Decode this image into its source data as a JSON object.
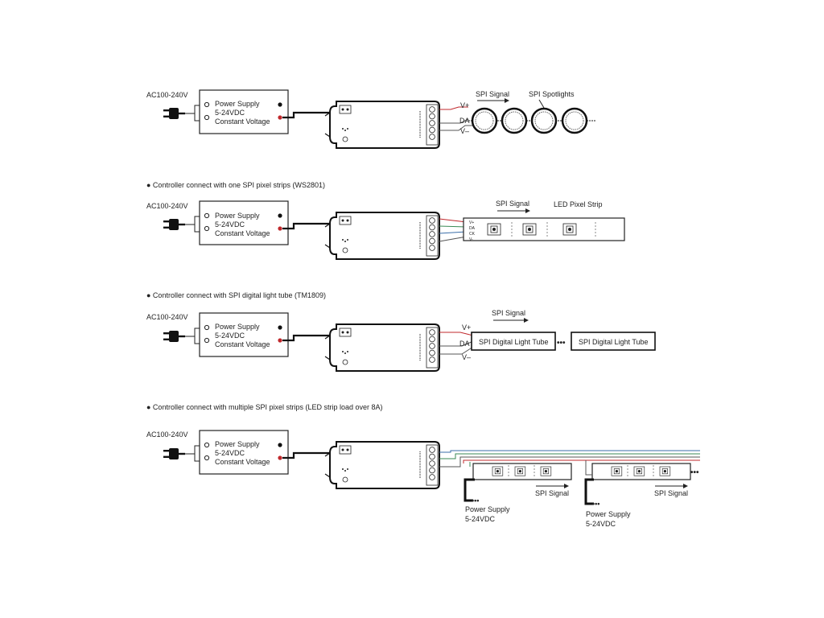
{
  "sections": [
    {
      "caption": "",
      "ac_label": "AC100-240V",
      "psu": {
        "line1": "Power Supply",
        "line2": "5-24VDC",
        "line3": "Constant Voltage"
      },
      "signal_label": "SPI Signal",
      "load_label": "SPI Spotlights",
      "terminals": [
        "V+",
        "DA",
        "V–"
      ]
    },
    {
      "caption": "● Controller connect with one SPI pixel strips (WS2801)",
      "ac_label": "AC100-240V",
      "psu": {
        "line1": "Power Supply",
        "line2": "5-24VDC",
        "line3": "Constant Voltage"
      },
      "signal_label": "SPI Signal",
      "load_label": "LED Pixel Strip",
      "terminals": [
        "V+",
        "DA",
        "CK",
        "V-"
      ]
    },
    {
      "caption": "● Controller connect with SPI digital light tube (TM1809)",
      "ac_label": "AC100-240V",
      "psu": {
        "line1": "Power Supply",
        "line2": "5-24VDC",
        "line3": "Constant Voltage"
      },
      "signal_label": "SPI Signal",
      "tube_label": "SPI Digital Light Tube",
      "terminals": [
        "V+",
        "DA",
        "V–"
      ],
      "dots": "•••"
    },
    {
      "caption": "● Controller connect with multiple SPI pixel strips (LED strip load over 8A)",
      "ac_label": "AC100-240V",
      "psu": {
        "line1": "Power Supply",
        "line2": "5-24VDC",
        "line3": "Constant Voltage"
      },
      "signal_label": "SPI Signal",
      "aux_psu": {
        "line1": "Power Supply",
        "line2": "5-24VDC"
      },
      "dots": "•••"
    }
  ]
}
